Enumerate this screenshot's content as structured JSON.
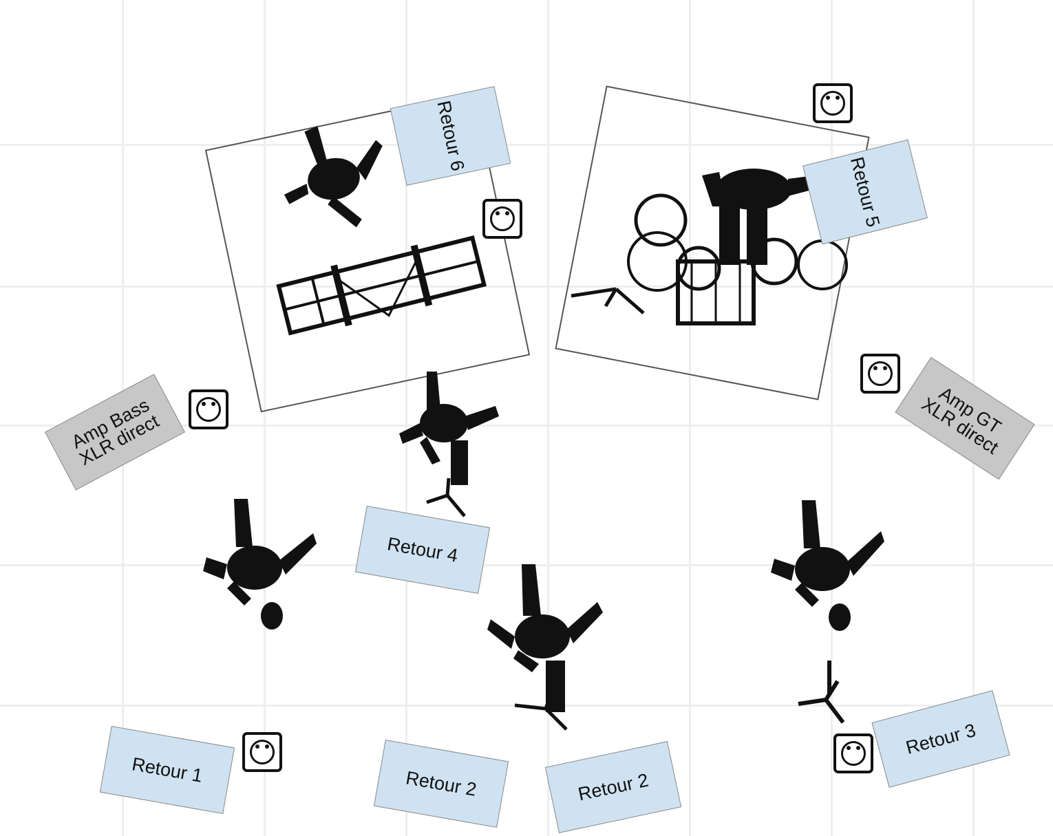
{
  "labels": {
    "retour_6": "Retour 6",
    "retour_5": "Retour 5",
    "retour_4": "Retour 4",
    "retour_1": "Retour 1",
    "retour_2_left": "Retour 2",
    "retour_2_right": "Retour 2",
    "retour_3": "Retour 3",
    "amp_bass": "Amp Bass\nXLR direct",
    "amp_gt": "Amp GT\nXLR direct"
  },
  "colors": {
    "monitor_fill": "#cfe2f1",
    "amp_fill": "#c7c7c7",
    "grid_line": "#eeeeee",
    "figure": "#111111"
  },
  "icons": [
    "power-outlet-icon",
    "musician-icon",
    "drum-kit-icon",
    "keyboard-icon",
    "mic-stand-icon"
  ]
}
